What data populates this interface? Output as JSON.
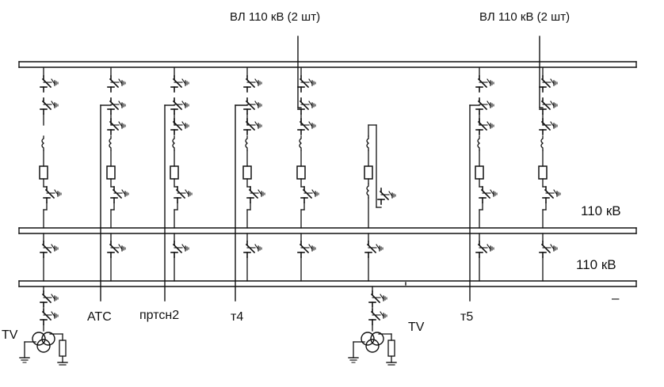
{
  "line_labels": {
    "left": "ВЛ 110 кВ (2 шт)",
    "right": "ВЛ 110 кВ (2 шт)"
  },
  "bus_labels": {
    "bus2": "110 кВ",
    "bus3": "110 кВ"
  },
  "connection_labels": {
    "tv_left": "TV",
    "ats": "АТС",
    "prtsn2": "пртсн2",
    "t4": "т4",
    "tv_mid": "TV",
    "t5": "т5"
  },
  "minus_mark": "–",
  "colors": {
    "line": "#111111",
    "background": "#ffffff"
  }
}
